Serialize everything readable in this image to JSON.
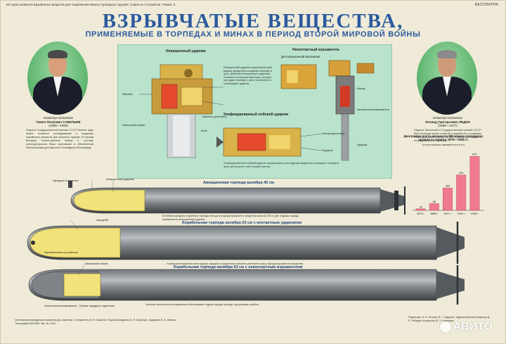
{
  "header": {
    "top_note": "История развития взрывчатых веществ для снаряжения минно-торпедного оружия. Серия из 2 плакатов. Плакат 3.",
    "top_right": "БЕСПЛАТНЯ",
    "title": "ВЗРЫВЧАТЫЕ ВЕЩЕСТВА,",
    "subtitle": "ПРИМЕНЯЕМЫЕ В ТОРПЕДАХ И МИНАХ В ПЕРИОД ВТОРОЙ МИРОВОЙ ВОЙНЫ"
  },
  "left_bio": {
    "rank": "Инженер-полковник",
    "name": "Павел Петрович САВЕЛЬЕВ",
    "years": "(1905—1990)",
    "text": "Лауреат Государственной премии СССР. Многие годы жизни посвятил исследованию и созданию взрывчатых веществ для морского оружия. В период Великой Отечественной войны в составе конструкторского бюро участвовал в обеспечении боеприпасами для фронта в блокадном Ленинграде."
  },
  "right_bio": {
    "rank": "Инженер-полковник",
    "name": "Леонид Григорьевич ЛЕДИН",
    "years": "(1906—1977)",
    "text": "Лауреат Ленинской и Государственной премий СССР. Всю большую жизнь посвятил разработке и созданию новых взрывчатых веществ для подводного оружия и исследованию их свойств."
  },
  "panel": {
    "label_inertial": "Инерционный ударник",
    "label_noncontact": "Неконтактный взрыватель",
    "label_detonator": "Детонационный механизм",
    "label_unified": "Унифицированный лобовой ударник",
    "text_inertial": "Инерционный ударник предназначен для взрыва заряда при попадании торпеды в цель. Действие инерционного ударника основано на инерции маятника, который при ударе торпеды о цель отклоняется и освобождает ударник.",
    "text_unified": "Унифицированный лобовой ударник предназначен для подрыва заряда при попадании торпеды в цель при встрече с ней носовой частью.",
    "parts": [
      "Маятник",
      "Боек",
      "Капсюль-детонатор",
      "Запальный стакан",
      "Электродетонатор",
      "Пружина",
      "Корпус",
      "Капсюль-воспламенитель",
      "Ударник"
    ]
  },
  "torpedoes": [
    {
      "title": "Авиационная торпеда калибра 45 см",
      "desc": "В боевом зарядном отделении торпеды находится заряд взрывчатого вещества массой 200 кг. Для подрыва заряда применяются инерционный ударник."
    },
    {
      "title": "Корабельная торпеда калибра 53 см с контактным ударником",
      "desc": "Усовершенствованная конструкция зарядного отделения позволила увеличить массу заряда взрывчатого вещества."
    },
    {
      "title": "Корабельная торпеда калибра 53 см с неконтактным взрывателем",
      "desc": "Наличие неконтактного взрывателя обеспечивает подрыв заряда торпеды под днищем корабля."
    }
  ],
  "torpedo_labels": [
    "Зарядное отделение",
    "Заряд ВВ",
    "Запальный стакан",
    "Инерционный ударник",
    "Взрывательное устройство",
    "Неконтактный взрыватель",
    "Боевое зарядное отделение"
  ],
  "chart_data": {
    "type": "bar",
    "title": "Диаграмма роста мощности ВВ минно-торпедного оружия за период 1879—1945 гг.",
    "note": "(в тротиловом эквиваленте в кг)",
    "categories": [
      "1879 г.",
      "1888 г.",
      "1927 г.",
      "1940 г.",
      "1945 г."
    ],
    "values": [
      18,
      80,
      265,
      420,
      640
    ],
    "ylim": [
      0,
      700
    ]
  },
  "footer": {
    "left": "Система рекомендуемых вопросов для изучения. Составитель В. В. Смирнов. Научный редактор В. П. Кузнецов. Художник В. А. Иванов. Типография ВИ ВМФ. Зак. № 1234.",
    "right": "Редакторы: А. Б. Петров, В. Г. Сидоров. Художественный редактор Д. Е. Лебедев. Корректор Ж. З. Новикова."
  },
  "watermark": "АВИТО"
}
